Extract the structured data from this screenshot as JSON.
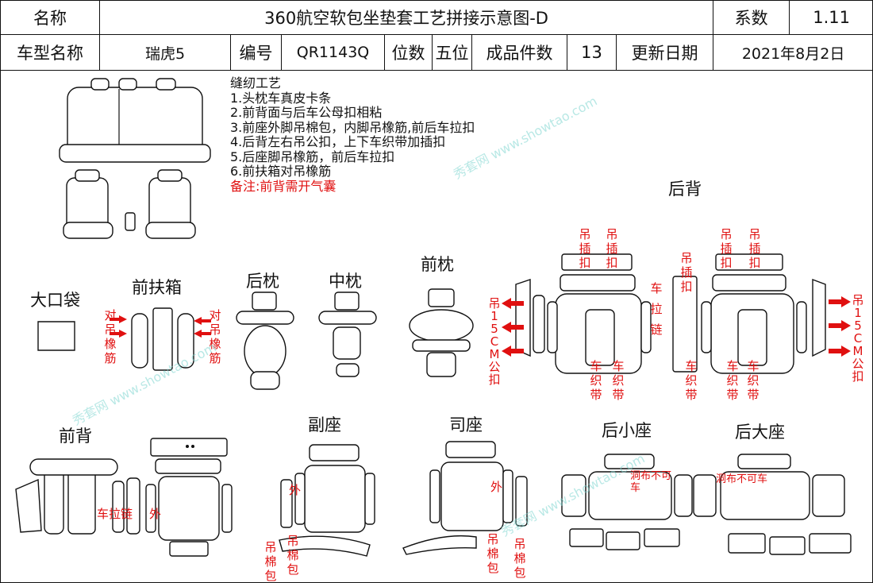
{
  "header": {
    "name_label": "名称",
    "title": "360航空软包坐垫套工艺拼接示意图-D",
    "coef_label": "系数",
    "coef_value": "1.11",
    "model_label": "车型名称",
    "model_value": "瑞虎5",
    "code_label": "编号",
    "code_value": "QR1143Q",
    "seats_label": "位数",
    "seats_value": "五位",
    "pieces_label": "成品件数",
    "pieces_value": "13",
    "date_label": "更新日期",
    "date_value": "2021年8月2日"
  },
  "notes": {
    "title": "缝纫工艺",
    "items": [
      "1.头枕车真皮卡条",
      "2.前背面与后车公母扣相粘",
      "3.前座外脚吊棉包，内脚吊橡筋,前后车拉扣",
      "4.后背左右吊公扣，上下车织带加插扣",
      "5.后座脚吊橡筋，前后车拉扣",
      "6.前扶箱对吊橡筋"
    ],
    "remark": "备注:前背需开气囊"
  },
  "sections": {
    "big_pocket": "大口袋",
    "front_armrest": "前扶箱",
    "rear_pillow": "后枕",
    "mid_pillow": "中枕",
    "front_pillow": "前枕",
    "rear_back": "后背",
    "front_back": "前背",
    "passenger_seat": "副座",
    "driver_seat": "司座",
    "rear_small_seat": "后小座",
    "rear_big_seat": "后大座"
  },
  "annotations": {
    "hang_elastic": "对吊橡筋",
    "hang_elastic_right": "对吊橡筋",
    "hang_15cm_left": "吊15CM公扣",
    "hang_15cm_right": "吊15CM公扣",
    "hang_buckle_1": "吊插扣",
    "hang_buckle_2": "吊插扣",
    "hang_buckle_3": "吊插扣",
    "hang_buckle_4": "吊插扣",
    "hang_buckle_5": "吊插扣",
    "zipper": "车拉链",
    "webbing_1": "车织带",
    "webbing_2": "车织带",
    "webbing_3": "车织带",
    "webbing_4": "车织带",
    "webbing_5": "车织带",
    "front_back_zipper": "车拉链",
    "outer_1": "外",
    "outer_2": "外",
    "hang_cotton_1": "吊棉包",
    "hang_cotton_2": "吊棉包",
    "hang_cotton_3": "吊棉包",
    "hang_cotton_4": "吊棉包",
    "hole_no_car_1": "洞布不可车",
    "hole_no_car_2": "洞布不可车"
  },
  "watermark": "秀套网 www.showtao.com",
  "colors": {
    "annotation": "#e01010",
    "line": "#111111",
    "watermark": "#7fd6d0"
  }
}
